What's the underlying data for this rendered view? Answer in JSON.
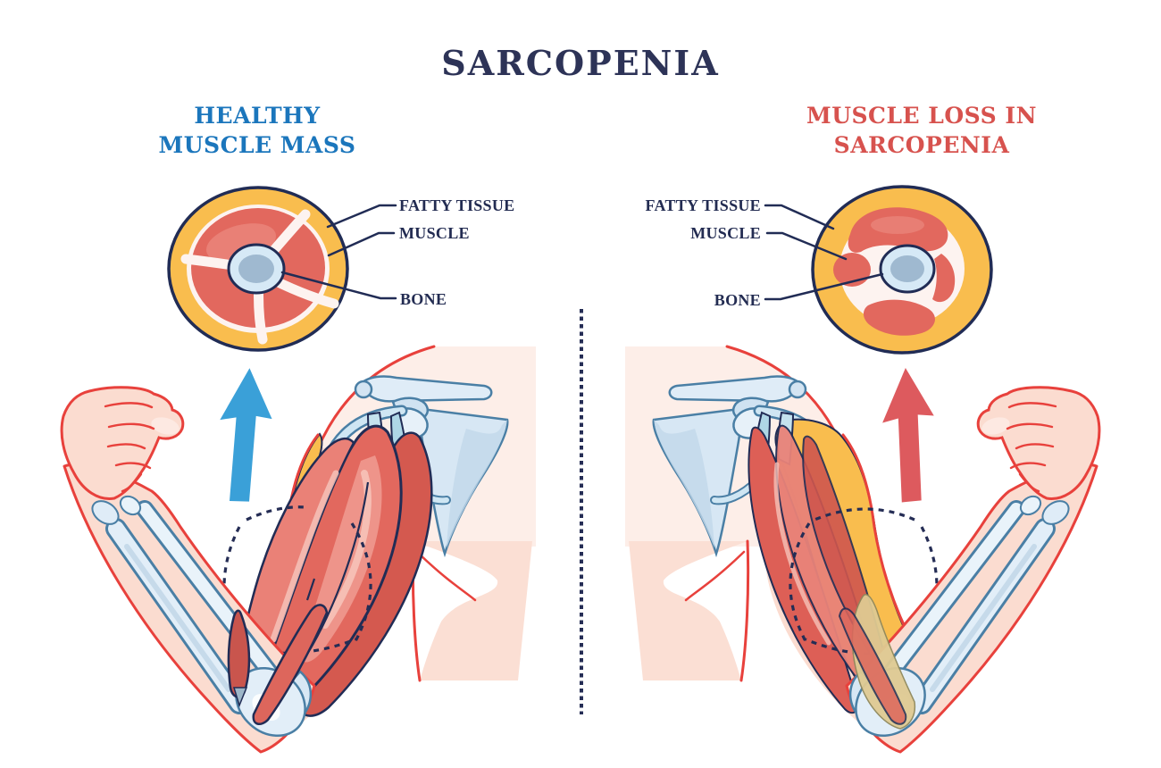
{
  "title": "SARCOPENIA",
  "left_panel": {
    "heading_line1": "HEALTHY",
    "heading_line2": "MUSCLE MASS",
    "labels": {
      "fatty_tissue": "FATTY TISSUE",
      "muscle": "MUSCLE",
      "bone": "BONE"
    }
  },
  "right_panel": {
    "heading_line1": "MUSCLE LOSS IN",
    "heading_line2": "SARCOPENIA",
    "labels": {
      "fatty_tissue": "FATTY TISSUE",
      "muscle": "MUSCLE",
      "bone": "BONE"
    }
  },
  "colors": {
    "title_text": "#2d3357",
    "label_text": "#232c52",
    "healthy_heading": "#1b76bc",
    "sarcopenia_heading": "#d7524e",
    "healthy_arrow": "#3aa0d8",
    "sarcopenia_arrow": "#dd5a5e",
    "fatty_tissue": "#f9bd4e",
    "muscle": "#e2685e",
    "bone": "#9fb9d0",
    "skin_outline": "#e8413c",
    "diagram_outline": "#212c55"
  }
}
